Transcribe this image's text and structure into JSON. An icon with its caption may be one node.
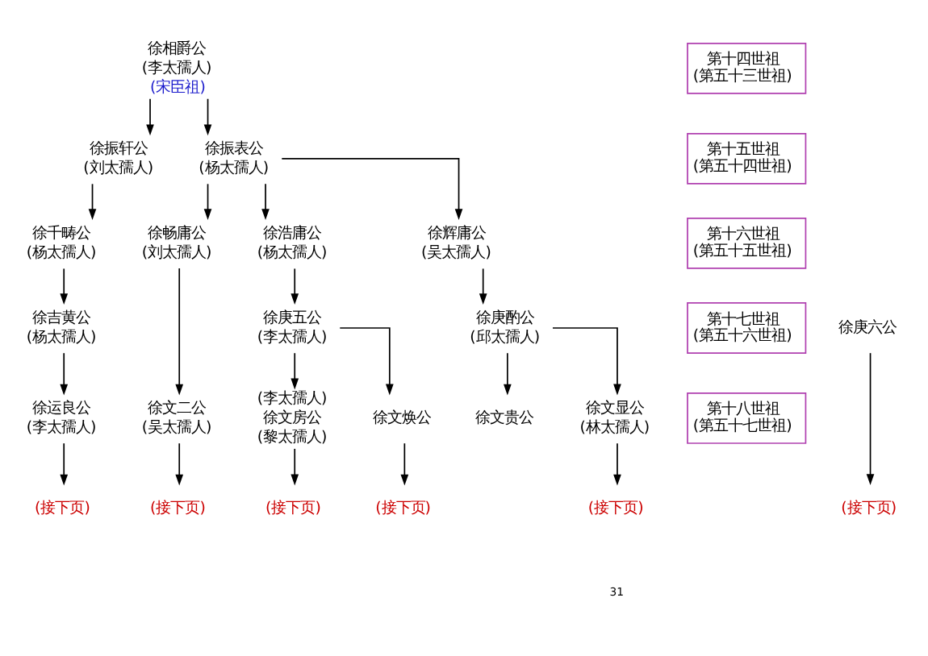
{
  "diagram": {
    "nodes": [
      {
        "text": [
          "徐相爵公",
          "(李太孺人)"
        ],
        "beside": [
          "(宋臣祖)"
        ]
      },
      {
        "text": [
          "徐振轩公",
          "(刘太孺人)"
        ]
      },
      {
        "text": [
          "徐振表公",
          "(杨太孺人)"
        ]
      },
      {
        "text": [
          "徐千畴公",
          "(杨太孺人)"
        ]
      },
      {
        "text": [
          "徐畅庸公",
          "(刘太孺人)"
        ]
      },
      {
        "text": [
          "徐浩庸公",
          "(杨太孺人)"
        ]
      },
      {
        "text": [
          "徐辉庸公",
          "(吴太孺人)"
        ]
      },
      {
        "text": [
          "徐吉黄公",
          "(杨太孺人)"
        ]
      },
      {
        "text": [
          "徐庚五公",
          "(李太孺人)"
        ]
      },
      {
        "text": [
          "徐庚六公"
        ]
      },
      {
        "text": [
          "徐庚酌公",
          "(邱太孺人)"
        ]
      },
      {
        "text": [
          "徐运良公",
          "(李太孺人)"
        ]
      },
      {
        "text": [
          "徐文二公",
          "(吴太孺人)"
        ]
      },
      {
        "text": [
          "(李太孺人)",
          "徐文房公",
          "(黎太孺人)"
        ]
      },
      {
        "text": [
          "徐文焕公"
        ]
      },
      {
        "text": [
          "徐文贵公"
        ]
      },
      {
        "text": [
          "徐文显公",
          "(林太孺人)"
        ]
      },
      {
        "text": [
          "(接下页)"
        ]
      },
      {
        "text": [
          "(接下页)"
        ]
      },
      {
        "text": [
          "(接下页)"
        ]
      },
      {
        "text": [
          "(接下页)"
        ]
      },
      {
        "text": [
          "(接下页)"
        ]
      },
      {
        "text": [
          "(接下页)"
        ]
      }
    ],
    "edges": [
      {
        "from": 0,
        "to": 1,
        "arrow": "to"
      },
      {
        "from": 0,
        "to": 2,
        "arrow": "to"
      },
      {
        "from": 1,
        "to": 3,
        "arrow": "to"
      },
      {
        "from": 2,
        "to": 4,
        "arrow": "to"
      },
      {
        "from": 2,
        "to": 5,
        "arrow": "to"
      },
      {
        "from": 2,
        "to": 6,
        "arrow": "to"
      },
      {
        "from": 3,
        "to": 7,
        "arrow": "to"
      },
      {
        "from": 5,
        "to": 8,
        "arrow": "to"
      },
      {
        "from": 6,
        "to": 10,
        "arrow": "to"
      },
      {
        "from": 7,
        "to": 11,
        "arrow": "to"
      },
      {
        "from": 4,
        "to": 12,
        "arrow": "to"
      },
      {
        "from": 8,
        "to": 13,
        "arrow": "to"
      },
      {
        "from": 8,
        "to": 14,
        "arrow": "to"
      },
      {
        "from": 10,
        "to": 15,
        "arrow": "to"
      },
      {
        "from": 10,
        "to": 16,
        "arrow": "to"
      },
      {
        "from": 11,
        "to": 17,
        "arrow": "to"
      },
      {
        "from": 12,
        "to": 18,
        "arrow": "to"
      },
      {
        "from": 13,
        "to": 19,
        "arrow": "to"
      },
      {
        "from": 14,
        "to": 20,
        "arrow": "to"
      },
      {
        "from": 9,
        "to": 21,
        "arrow": "to"
      },
      {
        "from": 16,
        "to": 22,
        "arrow": "to"
      }
    ],
    "labels": [
      "第十四世祖",
      "(第五十三世祖)",
      "第十五世祖",
      "(第五十四世祖)",
      "第十六世祖",
      "(第五十五世祖)",
      "第十七世祖",
      "(第五十六世祖)",
      "第十八世祖",
      "(第五十七世祖)",
      "31"
    ]
  }
}
